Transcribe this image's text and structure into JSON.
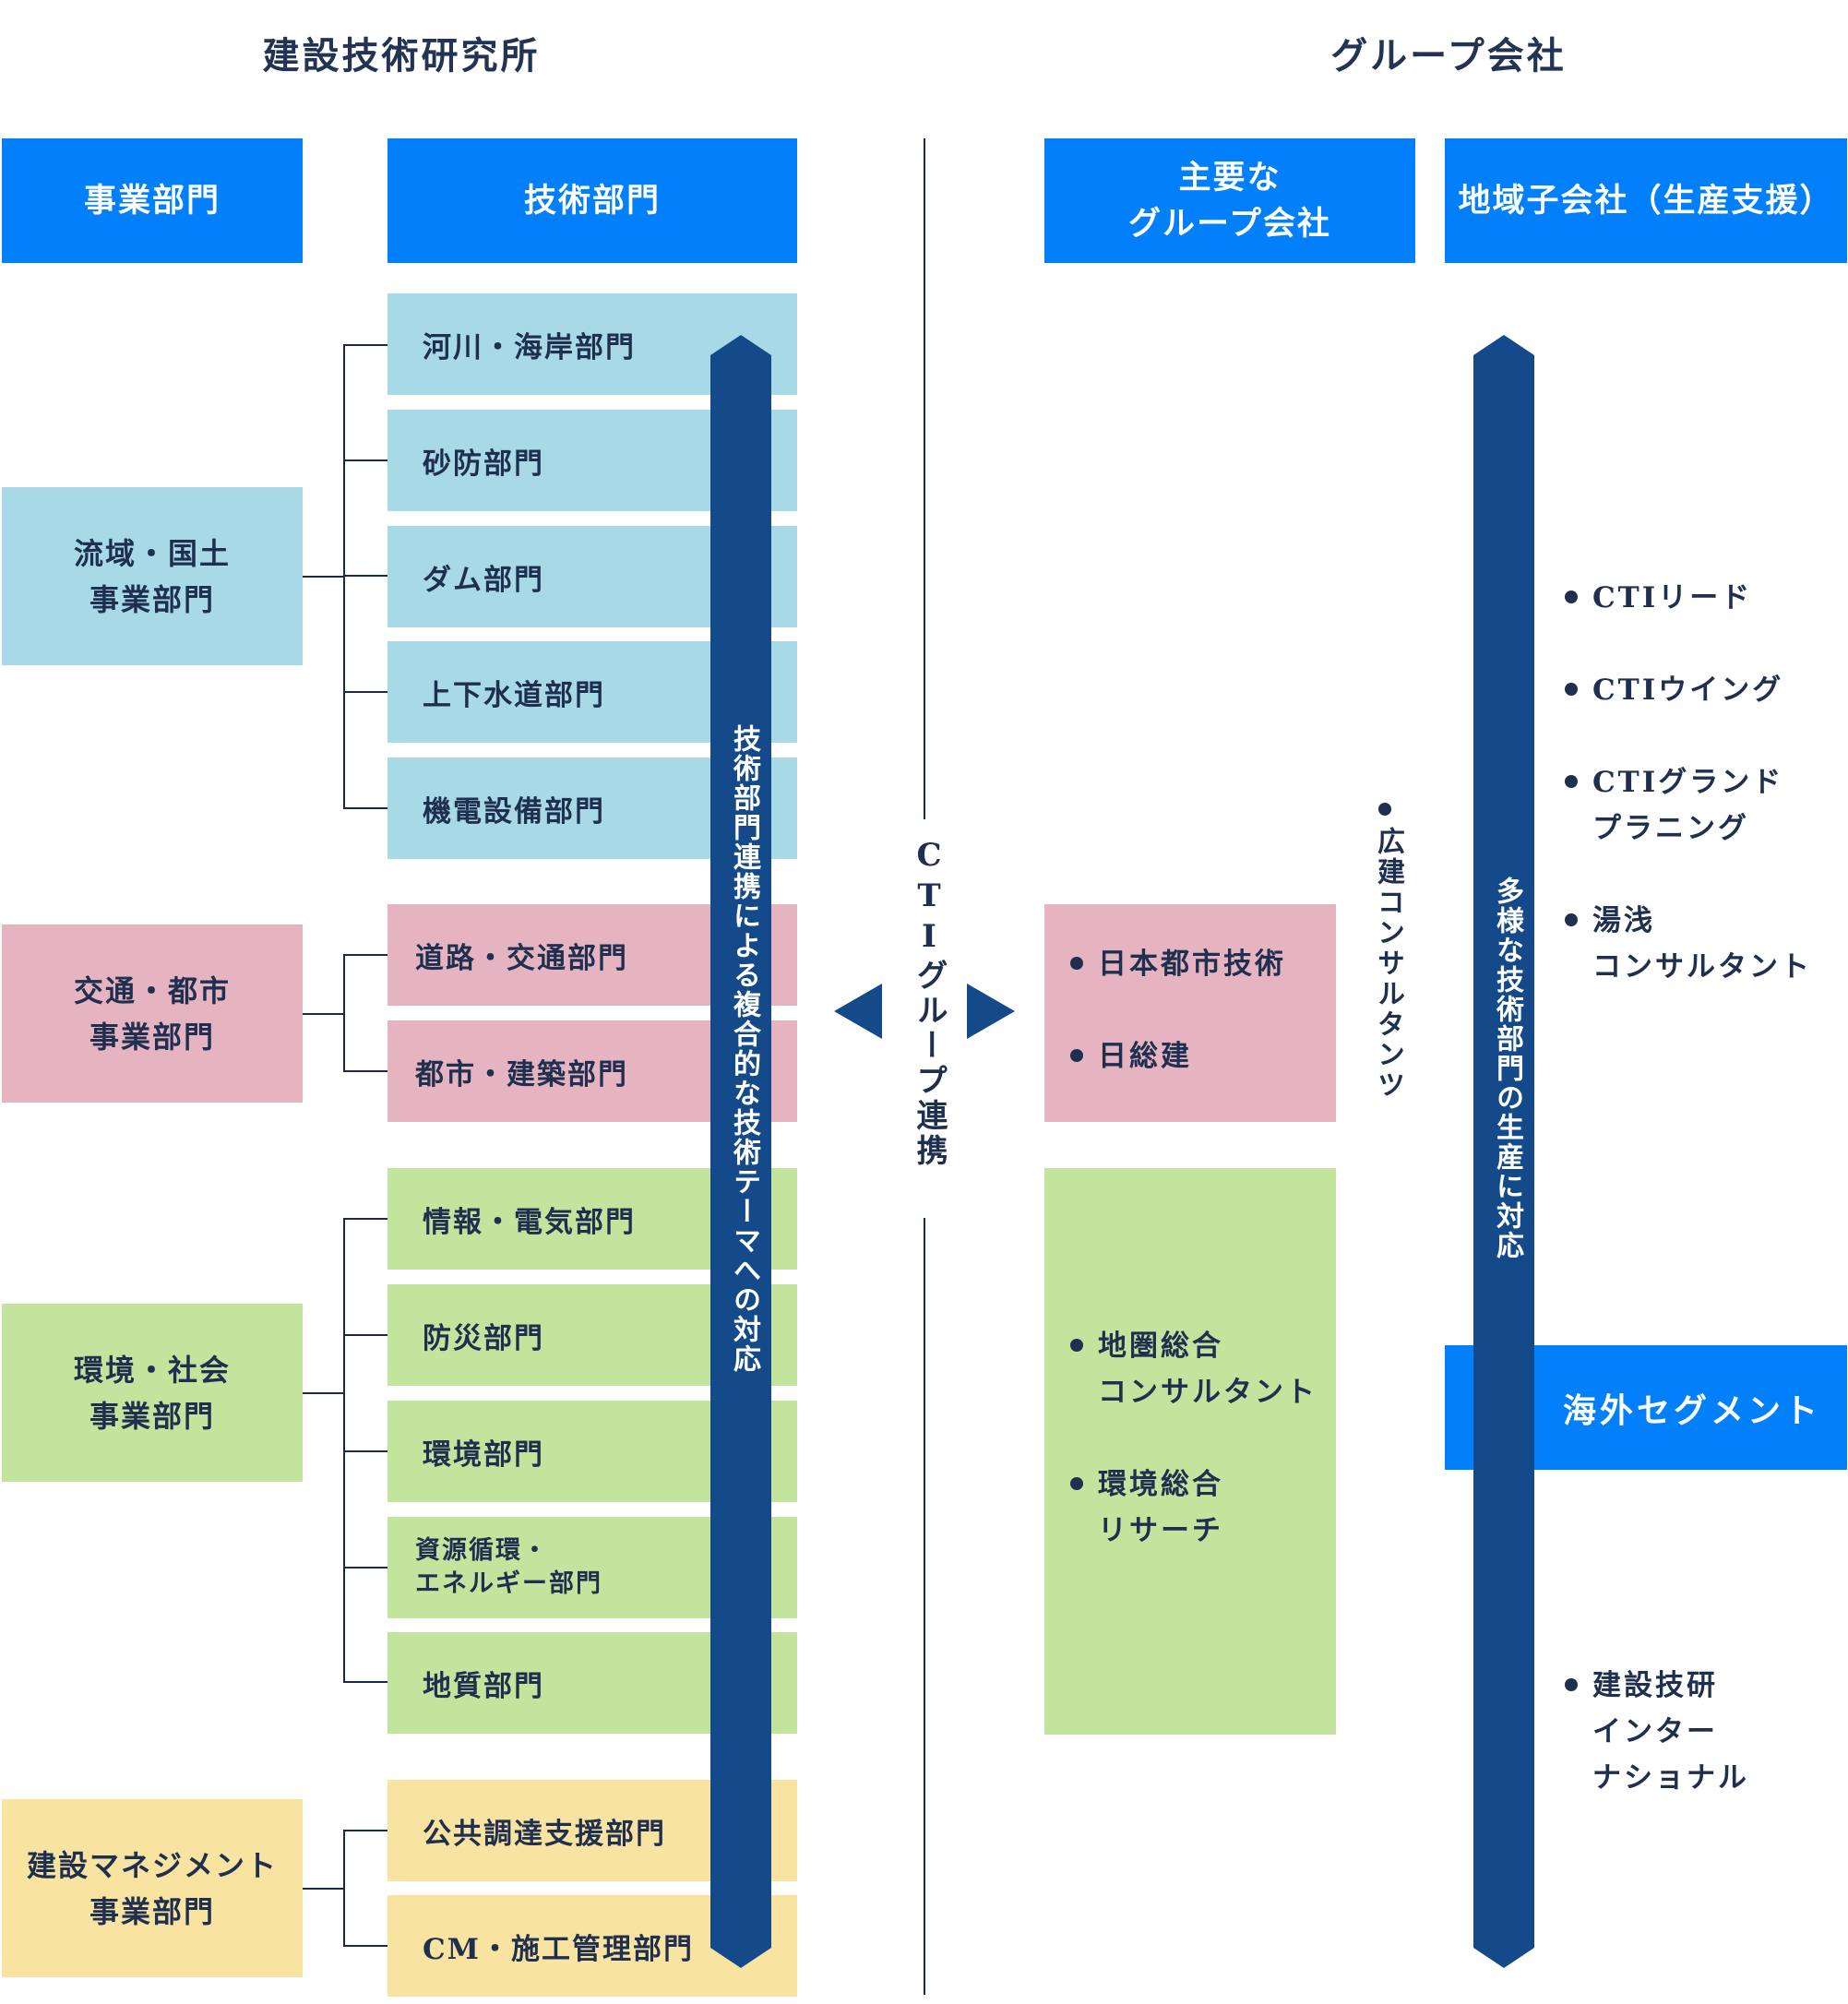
{
  "titles": {
    "left": "建設技術研究所",
    "right": "グループ会社"
  },
  "headers": {
    "business": "事業部門",
    "technical": "技術部門",
    "main_group": "主要な\nグループ会社",
    "regional": "地域子会社（生産支援）"
  },
  "business_units": [
    "流域・国土\n事業部門",
    "交通・都市\n事業部門",
    "環境・社会\n事業部門",
    "建設マネジメント\n事業部門"
  ],
  "technical_units": [
    "河川・海岸部門",
    "砂防部門",
    "ダム部門",
    "上下水道部門",
    "機電設備部門",
    "道路・交通部門",
    "都市・建築部門",
    "情報・電気部門",
    "防災部門",
    "環境部門",
    "資源循環・\nエネルギー部門",
    "地質部門",
    "公共調達支援部門",
    "CM・施工管理部門"
  ],
  "arrows": {
    "technical_collab": "技術部門連携による複合的な技術テーマへの対応",
    "cti_group": "CTIグループ連携",
    "production": "多様な技術部門の生産に対応"
  },
  "group_companies": {
    "pink": [
      "日本都市技術",
      "日総建"
    ],
    "green": [
      [
        "地圏総合",
        "コンサルタント"
      ],
      [
        "環境総合",
        "リサーチ"
      ]
    ],
    "vertical": "広建コンサルタンツ"
  },
  "regional_companies": [
    [
      "CTIリード"
    ],
    [
      "CTIウイング"
    ],
    [
      "CTIグランド",
      "プラニング"
    ],
    [
      "湯浅",
      "コンサルタント"
    ]
  ],
  "overseas": {
    "label": "海外セグメント",
    "companies": [
      [
        "建設技研",
        "インター",
        "ナショナル"
      ]
    ]
  },
  "colors": {
    "header_blue": "#0280fc",
    "navy_arrow": "#154a8a",
    "light_blue": "#a7d9e6",
    "pink": "#e6b4c1",
    "green": "#c3e49c",
    "yellow": "#f9e3a1"
  }
}
